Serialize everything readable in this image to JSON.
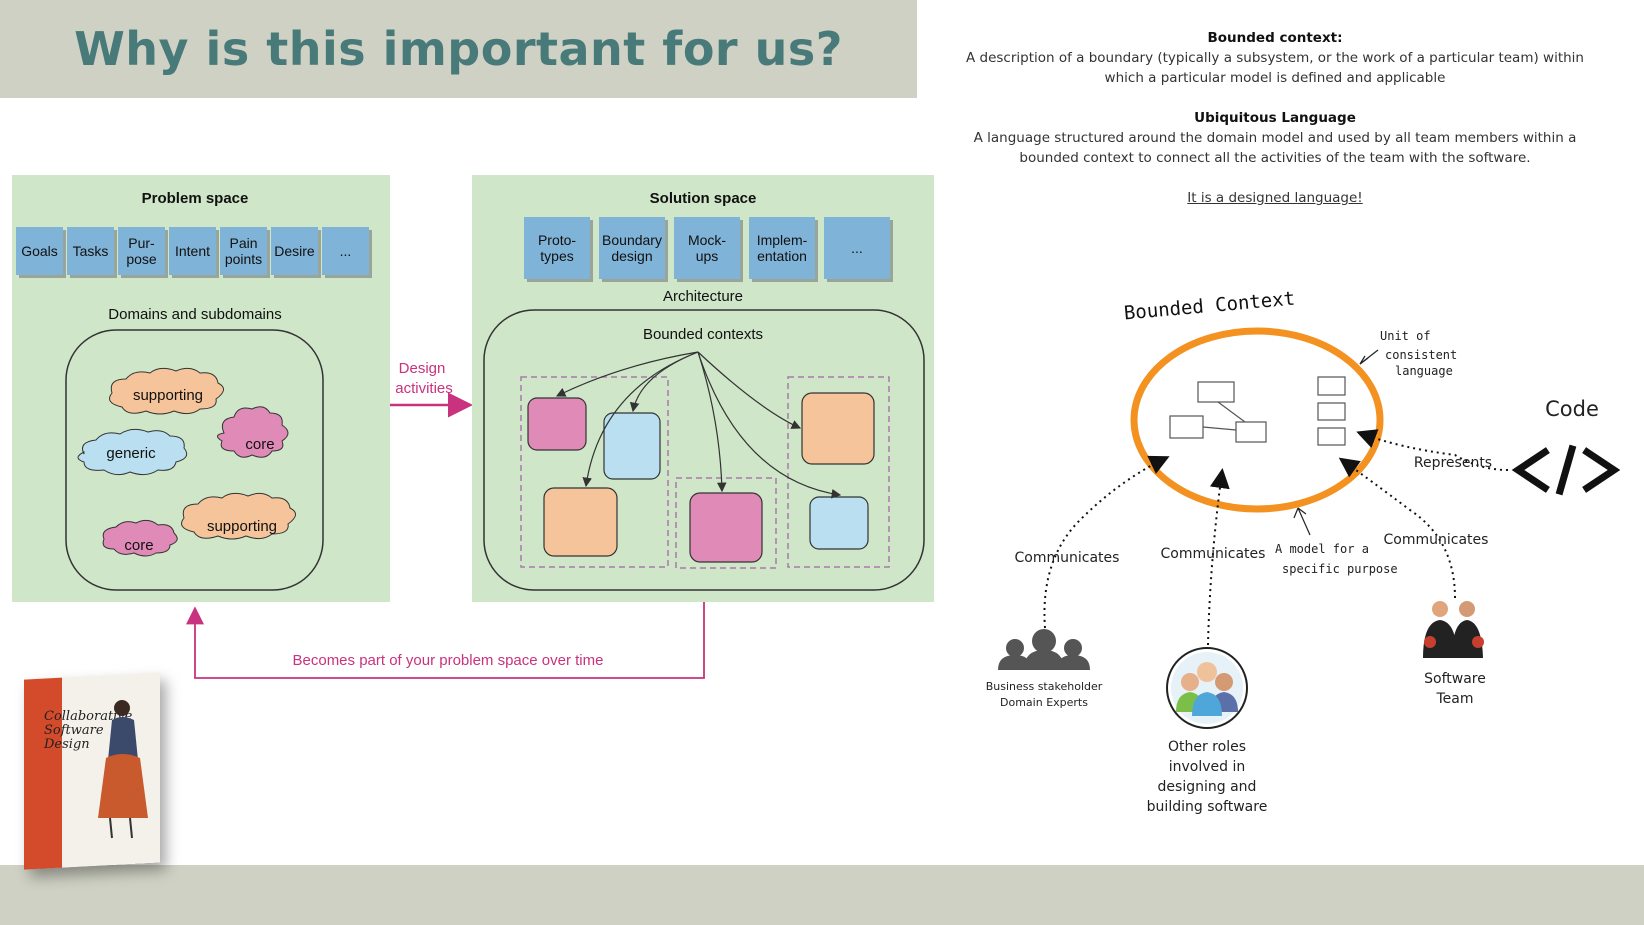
{
  "slide": {
    "title": "Why is this important for us?"
  },
  "definitions": {
    "bounded_context_heading": "Bounded context:",
    "bounded_context_text_1": "A description of a boundary (typically a subsystem, or the work of a particular team) within",
    "bounded_context_text_2": "which a particular model is defined and applicable",
    "ubiquitous_heading": "Ubiquitous Language",
    "ubiquitous_text_1": "A language structured around the domain model and used by all team members within a",
    "ubiquitous_text_2": "bounded context to connect all the activities of the team with the software.",
    "designed_note": "It is a designed language!"
  },
  "problem_space": {
    "title": "Problem space",
    "notes": [
      [
        "Goals"
      ],
      [
        "Tasks"
      ],
      [
        "Pur-",
        "pose"
      ],
      [
        "Intent"
      ],
      [
        "Pain",
        "points"
      ],
      [
        "Desire"
      ],
      [
        "..."
      ]
    ],
    "domains_label": "Domains and subdomains",
    "clouds": [
      "supporting",
      "generic",
      "core",
      "core",
      "supporting"
    ]
  },
  "solution_space": {
    "title": "Solution space",
    "notes": [
      [
        "Proto-",
        "types"
      ],
      [
        "Boundary",
        "design"
      ],
      [
        "Mock-",
        "ups"
      ],
      [
        "Implem-",
        "entation"
      ],
      [
        "..."
      ]
    ],
    "architecture_label": "Architecture",
    "bounded_contexts_label": "Bounded contexts"
  },
  "arrows": {
    "design_activities_1": "Design",
    "design_activities_2": "activities",
    "feedback": "Becomes part of your problem space over time"
  },
  "sketch": {
    "title": "Bounded Context",
    "unit_note_1": "Unit of",
    "unit_note_2": "consistent",
    "unit_note_3": "language",
    "model_note_1": "A model for a",
    "model_note_2": "specific purpose",
    "code_label": "Code",
    "represents": "Represents",
    "communicates_left": "Communicates",
    "communicates_mid": "Communicates",
    "communicates_right": "Communicates",
    "business_1": "Business stakeholder",
    "business_2": "Domain Experts",
    "other_roles": [
      "Other roles",
      "involved in",
      "designing and",
      "building software"
    ],
    "team_1": "Software",
    "team_2": "Team"
  },
  "book": {
    "title_lines": [
      "Collaborative",
      "Software",
      "Design"
    ]
  },
  "colors": {
    "title": "#477a78",
    "bar": "#cfd1c4",
    "diagram_bg": "#cfe6c9",
    "sticky": "#7fb3d8",
    "magenta": "#c8327e",
    "orange_ring": "#f39221",
    "pink": "#e08ab8",
    "peach": "#f6c49a",
    "light_blue": "#b9dff0"
  }
}
